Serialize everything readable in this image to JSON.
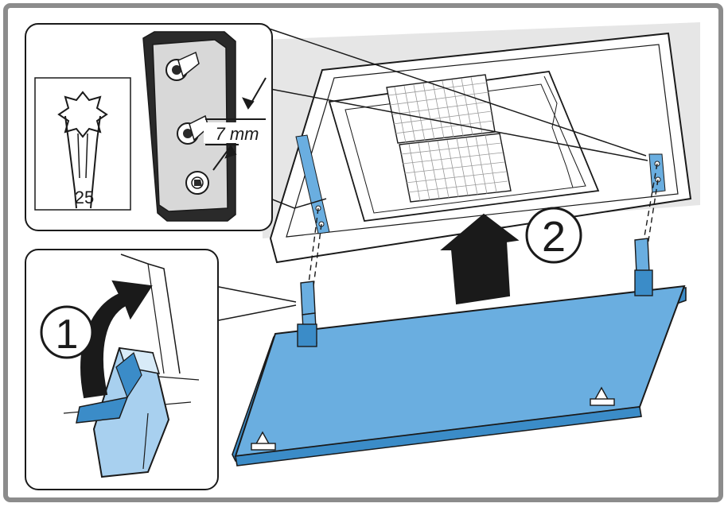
{
  "labels": {
    "step1": "1",
    "step2": "2",
    "bit_size": "25",
    "screw_length": "7 mm"
  },
  "colors": {
    "frame": "#8c8c8c",
    "panel_blue": "#6aaee0",
    "panel_blue_dark": "#3b8cc8",
    "blue_light": "#a8d0ef",
    "ceiling": "#e6e6e6",
    "stroke": "#1a1a1a"
  },
  "icons": {
    "arrow_step1": "curved-arrow-icon",
    "arrow_step2": "up-arrow-icon",
    "bit": "torx-bit-icon",
    "screw": "screw-icon"
  }
}
